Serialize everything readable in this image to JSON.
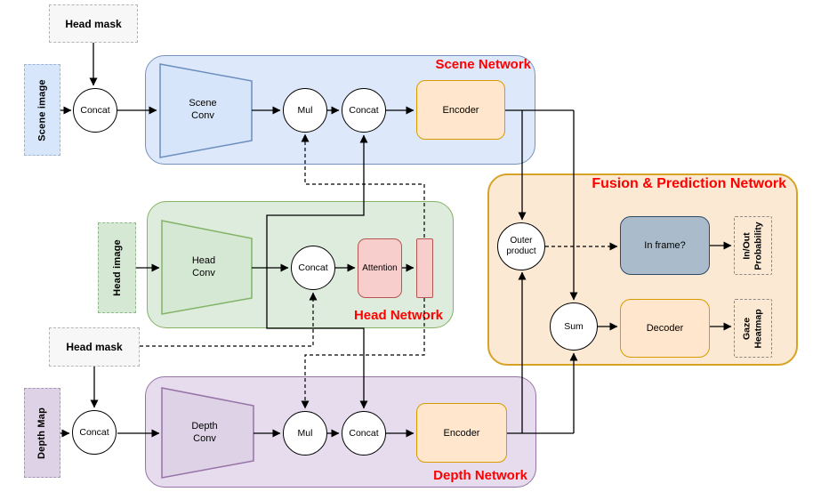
{
  "colors": {
    "network_title": "#ff0000",
    "scene_fill": "#dae8fc",
    "scene_stroke": "#6c8ebf",
    "head_fill": "#d5e8d4",
    "head_stroke": "#82b366",
    "depth_fill": "#e1d5e7",
    "depth_stroke": "#9673a6",
    "encoder_fill": "#ffe6cc",
    "encoder_stroke": "#d79b00",
    "attention_fill": "#f8cecc",
    "attention_stroke": "#b85450",
    "in_frame_fill": "#aabccb",
    "in_frame_stroke": "#2e4b66",
    "mask_fill": "#f7f7f7",
    "mask_stroke": "#b5b5b5",
    "connector": "#000000"
  },
  "inputs": {
    "head_mask_top": "Head mask",
    "scene_image": "Scene image",
    "head_image": "Head image",
    "head_mask_bottom": "Head mask",
    "depth_map": "Depth Map"
  },
  "scene_network": {
    "title": "Scene Network",
    "concat_input": "Concat",
    "conv": "Scene\nConv",
    "mul": "Mul",
    "concat": "Concat",
    "encoder": "Encoder"
  },
  "head_network": {
    "title": "Head Network",
    "conv": "Head\nConv",
    "concat": "Concat",
    "attention": "Attention"
  },
  "depth_network": {
    "title": "Depth Network",
    "concat_input": "Concat",
    "conv": "Depth\nConv",
    "mul": "Mul",
    "concat": "Concat",
    "encoder": "Encoder"
  },
  "fusion_network": {
    "title": "Fusion & Prediction Network",
    "outer_product": "Outer\nproduct",
    "sum": "Sum",
    "in_frame": "In frame?",
    "decoder": "Decoder",
    "in_out_probability": "In/Out\nProbability",
    "gaze_heatmap": "Gaze\nHeatmap"
  }
}
